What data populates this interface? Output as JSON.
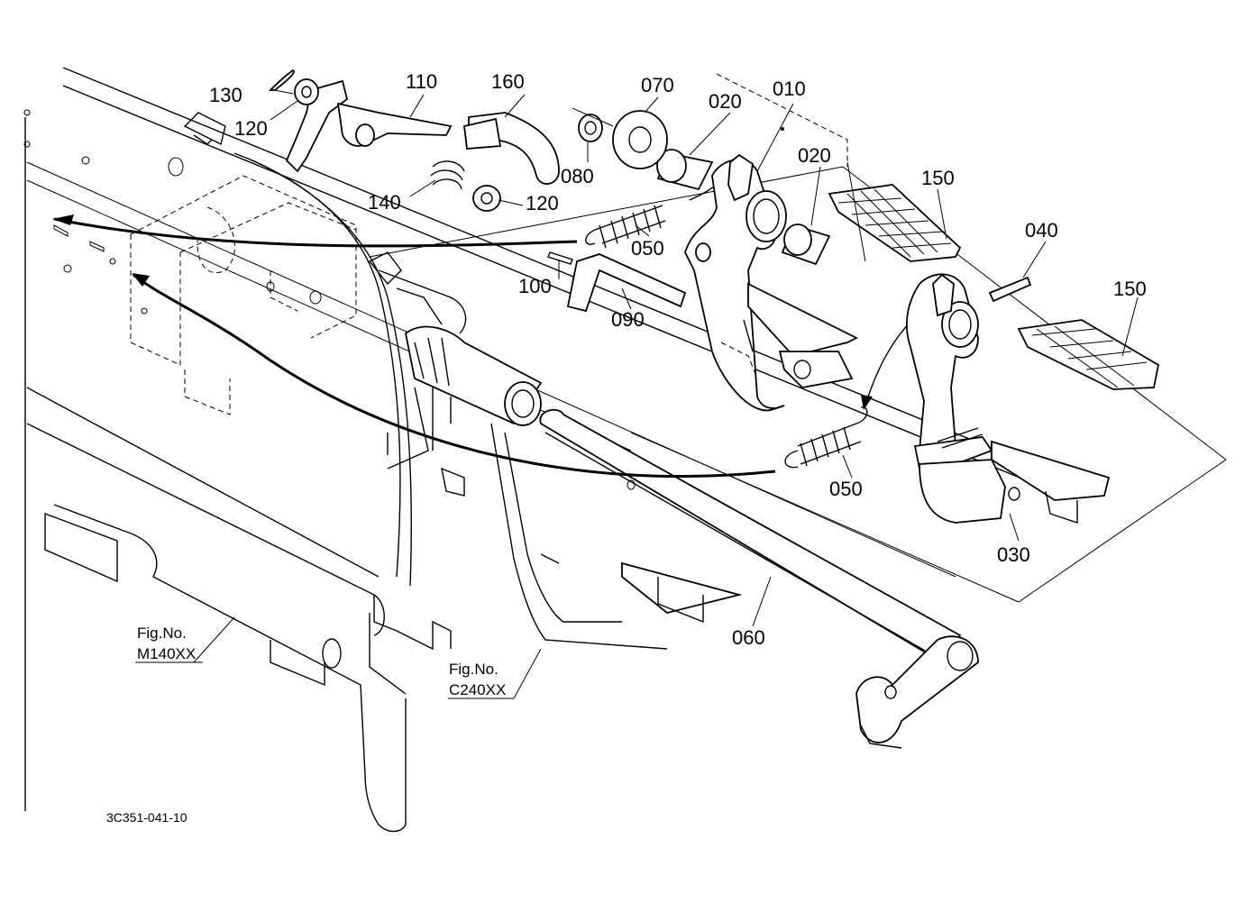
{
  "diagram": {
    "document_id": "3C351-041-10",
    "callouts": [
      {
        "id": "c130",
        "text": "130"
      },
      {
        "id": "c120a",
        "text": "120"
      },
      {
        "id": "c110",
        "text": "110"
      },
      {
        "id": "c160",
        "text": "160"
      },
      {
        "id": "c140",
        "text": "140"
      },
      {
        "id": "c120b",
        "text": "120"
      },
      {
        "id": "c080",
        "text": "080"
      },
      {
        "id": "c070",
        "text": "070"
      },
      {
        "id": "c020a",
        "text": "020"
      },
      {
        "id": "c010",
        "text": "010"
      },
      {
        "id": "c020b",
        "text": "020"
      },
      {
        "id": "c150a",
        "text": "150"
      },
      {
        "id": "c040",
        "text": "040"
      },
      {
        "id": "c150b",
        "text": "150"
      },
      {
        "id": "c050a",
        "text": "050"
      },
      {
        "id": "c100",
        "text": "100"
      },
      {
        "id": "c090",
        "text": "090"
      },
      {
        "id": "c050b",
        "text": "050"
      },
      {
        "id": "c030",
        "text": "030"
      },
      {
        "id": "c060",
        "text": "060"
      }
    ],
    "fig_refs": [
      {
        "id": "m140",
        "line1": "Fig.No.",
        "line2": "M140XX"
      },
      {
        "id": "c240",
        "line1": "Fig.No.",
        "line2": "C240XX"
      }
    ]
  }
}
